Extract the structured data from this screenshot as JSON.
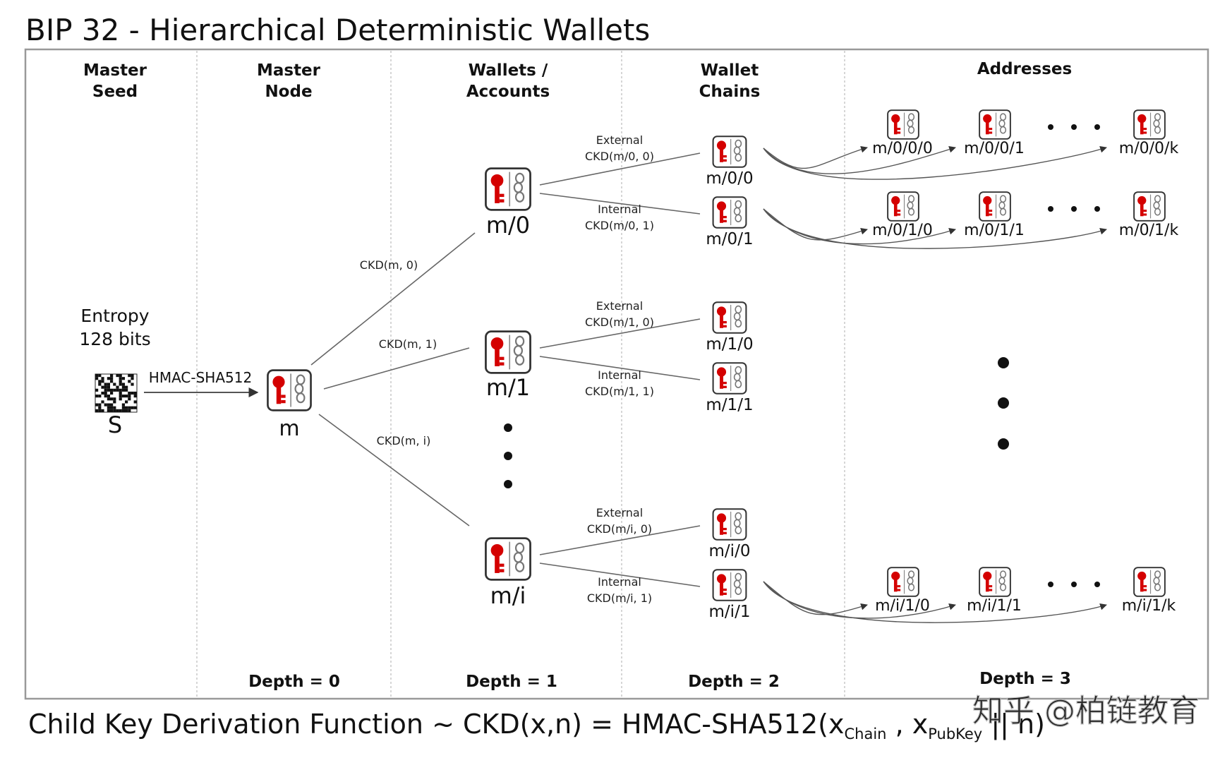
{
  "title": "BIP 32 - Hierarchical Deterministic Wallets",
  "columns": [
    "Master\nSeed",
    "Master\nNode",
    "Wallets /\nAccounts",
    "Wallet\nChains",
    "Addresses"
  ],
  "depths": [
    "Depth = 0",
    "Depth = 1",
    "Depth = 2",
    "Depth = 3"
  ],
  "entropy": "Entropy\n128 bits",
  "seed_label": "S",
  "hmac_label": "HMAC-SHA512",
  "master_label": "m",
  "accounts": [
    {
      "label": "m/0",
      "edge": "CKD(m, 0)",
      "chains": [
        {
          "label": "m/0/0",
          "edge": "External\nCKD(m/0, 0)",
          "addresses": [
            "m/0/0/0",
            "m/0/0/1",
            "m/0/0/k"
          ]
        },
        {
          "label": "m/0/1",
          "edge": "Internal\nCKD(m/0, 1)",
          "addresses": [
            "m/0/1/0",
            "m/0/1/1",
            "m/0/1/k"
          ]
        }
      ]
    },
    {
      "label": "m/1",
      "edge": "CKD(m, 1)",
      "chains": [
        {
          "label": "m/1/0",
          "edge": "External\nCKD(m/1, 0)",
          "addresses": []
        },
        {
          "label": "m/1/1",
          "edge": "Internal\nCKD(m/1, 1)",
          "addresses": []
        }
      ]
    },
    {
      "label": "m/i",
      "edge": "CKD(m, i)",
      "chains": [
        {
          "label": "m/i/0",
          "edge": "External\nCKD(m/i, 0)",
          "addresses": []
        },
        {
          "label": "m/i/1",
          "edge": "Internal\nCKD(m/i, 1)",
          "addresses": [
            "m/i/1/0",
            "m/i/1/1",
            "m/i/1/k"
          ]
        }
      ]
    }
  ],
  "formula": {
    "prefix": "Child Key Derivation Function ~  CKD(x,n) = HMAC-SHA512(x",
    "sub1": "Chain",
    "mid": ", x",
    "sub2": "PubKey",
    "suffix": "|| n)"
  },
  "watermark": "知乎 @柏链教育",
  "colors": {
    "key_red": "#d40000",
    "frame": "#999999",
    "line": "#555555"
  }
}
